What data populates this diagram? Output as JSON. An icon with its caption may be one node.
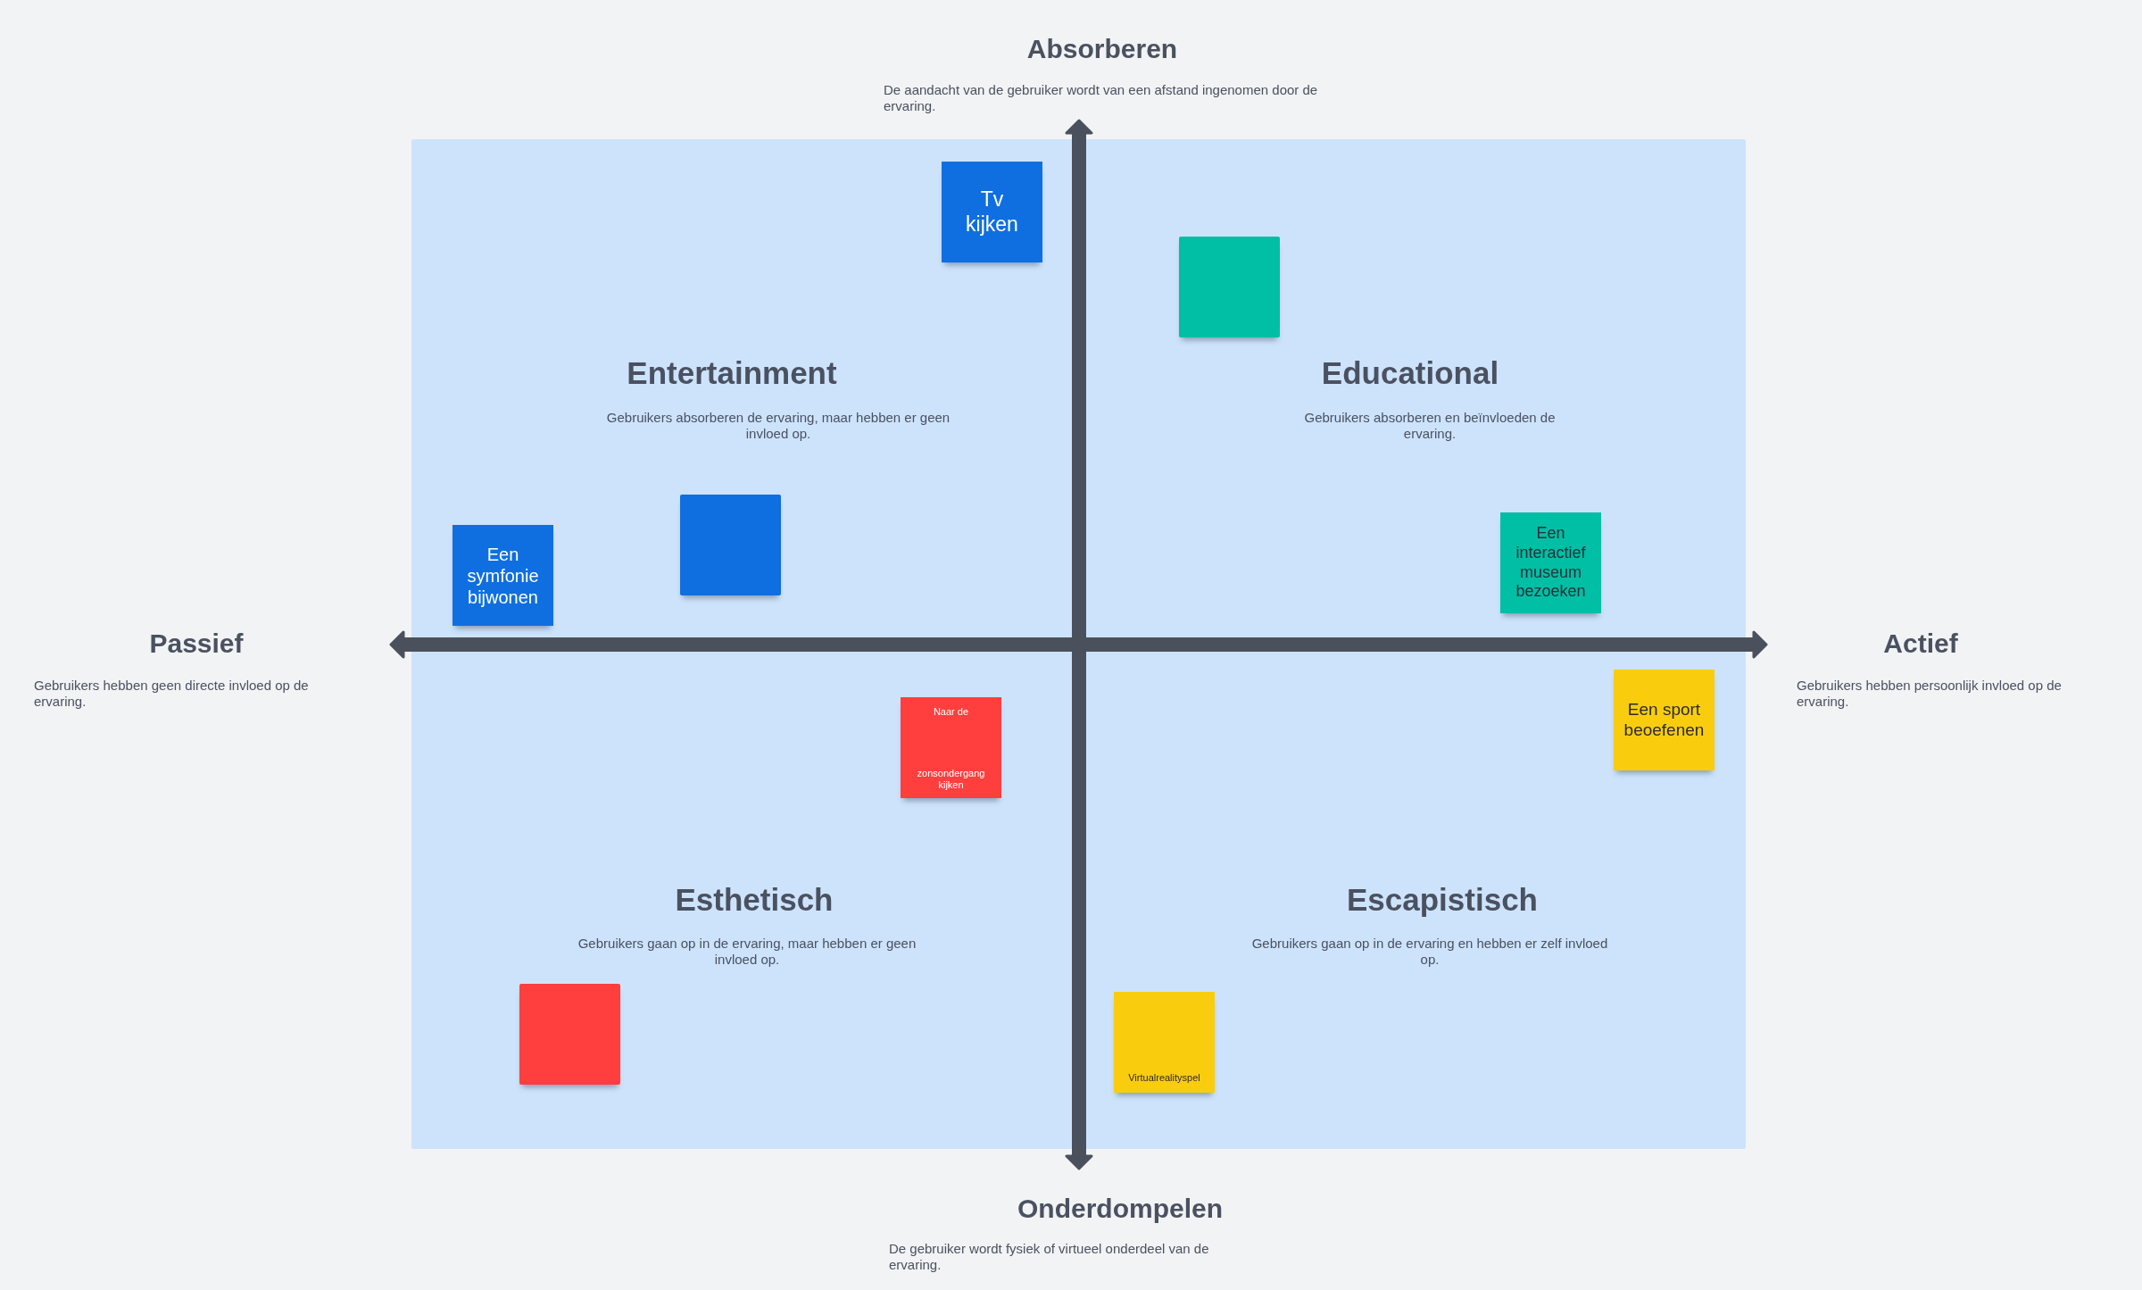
{
  "diagram": {
    "nodes": [
      {
        "text": [],
        "shape": "box"
      },
      {
        "text": [
          "Tv kijken"
        ],
        "in": 0
      },
      {
        "text": [],
        "shape": "box",
        "in": 0
      },
      {
        "text": [],
        "shape": "box",
        "in": 0
      },
      {
        "text": [
          "Een interactief museum bezoeken"
        ],
        "in": 0
      },
      {
        "text": [
          "Een symfonie bijwonen"
        ],
        "in": 0
      },
      {
        "text": [
          "Een sport beoefenen"
        ],
        "in": 0
      },
      {
        "text": [
          "Naar de",
          "zonsondergang kijken"
        ],
        "in": 0
      },
      {
        "text": [],
        "shape": "box",
        "in": 0
      },
      {
        "text": [
          "Virtualrealityspel"
        ],
        "in": 0
      }
    ],
    "edges": [],
    "labels": [
      "Absorberen",
      "De aandacht van de gebruiker wordt van een afstand ingenomen door de ervaring.",
      "Entertainment",
      "Gebruikers absorberen de ervaring, maar hebben er geen invloed op.",
      "Educational",
      "Gebruikers absorberen en beïnvloeden de ervaring.",
      "Passief",
      "Gebruikers hebben geen directe invloed op de ervaring.",
      "Actief",
      "Gebruikers hebben persoonlijk invloed op de ervaring.",
      "Esthetisch",
      "Gebruikers gaan op in de ervaring, maar hebben er geen invloed op.",
      "Escapistisch",
      "Gebruikers gaan op in de ervaring en hebben er zelf invloed op.",
      "Onderdompelen",
      "De gebruiker wordt fysiek of virtueel onderdeel van de ervaring."
    ]
  }
}
